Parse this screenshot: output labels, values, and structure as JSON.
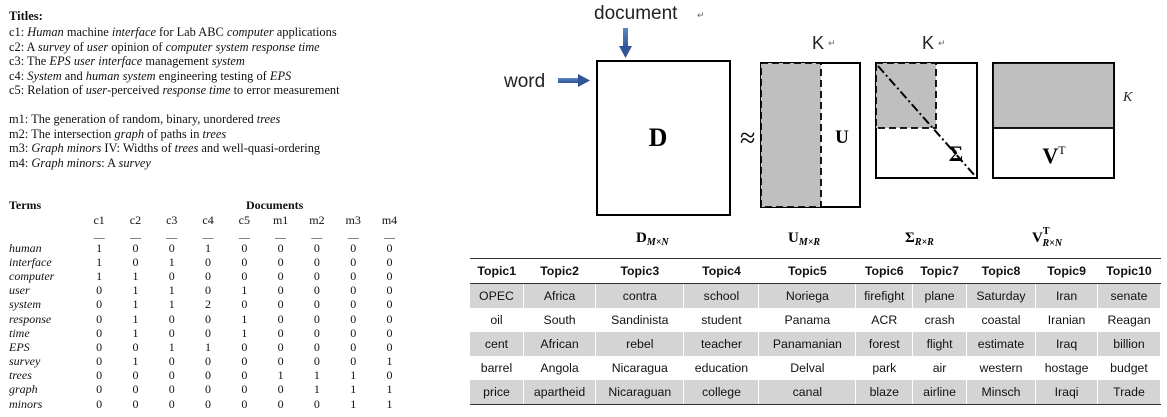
{
  "left": {
    "titles_heading": "Titles:",
    "titles": [
      {
        "id": "c1:",
        "parts": [
          {
            "t": " ",
            "i": false
          },
          {
            "t": "Human",
            "i": true
          },
          {
            "t": " machine ",
            "i": false
          },
          {
            "t": "interface",
            "i": true
          },
          {
            "t": " for Lab ABC ",
            "i": false
          },
          {
            "t": "computer",
            "i": true
          },
          {
            "t": " applications",
            "i": false
          }
        ]
      },
      {
        "id": "c2:",
        "parts": [
          {
            "t": " A ",
            "i": false
          },
          {
            "t": "survey",
            "i": true
          },
          {
            "t": " of ",
            "i": false
          },
          {
            "t": "user",
            "i": true
          },
          {
            "t": " opinion of ",
            "i": false
          },
          {
            "t": "computer system response time",
            "i": true
          }
        ]
      },
      {
        "id": "c3:",
        "parts": [
          {
            "t": " The ",
            "i": false
          },
          {
            "t": "EPS user interface",
            "i": true
          },
          {
            "t": " management ",
            "i": false
          },
          {
            "t": "system",
            "i": true
          }
        ]
      },
      {
        "id": "c4:",
        "parts": [
          {
            "t": " ",
            "i": false
          },
          {
            "t": "System",
            "i": true
          },
          {
            "t": " and ",
            "i": false
          },
          {
            "t": "human system",
            "i": true
          },
          {
            "t": " engineering testing of ",
            "i": false
          },
          {
            "t": "EPS",
            "i": true
          }
        ]
      },
      {
        "id": "c5:",
        "parts": [
          {
            "t": " Relation of ",
            "i": false
          },
          {
            "t": "user",
            "i": true
          },
          {
            "t": "-perceived ",
            "i": false
          },
          {
            "t": "response time",
            "i": true
          },
          {
            "t": " to error measurement",
            "i": false
          }
        ]
      }
    ],
    "titles_m": [
      {
        "id": "m1:",
        "parts": [
          {
            "t": " The generation of random, binary, unordered ",
            "i": false
          },
          {
            "t": "trees",
            "i": true
          }
        ]
      },
      {
        "id": "m2:",
        "parts": [
          {
            "t": " The intersection ",
            "i": false
          },
          {
            "t": "graph",
            "i": true
          },
          {
            "t": " of paths in ",
            "i": false
          },
          {
            "t": "trees",
            "i": true
          }
        ]
      },
      {
        "id": "m3:",
        "parts": [
          {
            "t": " ",
            "i": false
          },
          {
            "t": "Graph minors",
            "i": true
          },
          {
            "t": " IV: Widths of ",
            "i": false
          },
          {
            "t": "trees",
            "i": true
          },
          {
            "t": " and well-quasi-ordering",
            "i": false
          }
        ]
      },
      {
        "id": "m4:",
        "parts": [
          {
            "t": " ",
            "i": false
          },
          {
            "t": "Graph minors",
            "i": true
          },
          {
            "t": ": A ",
            "i": false
          },
          {
            "t": "survey",
            "i": true
          }
        ]
      }
    ],
    "terms_heading": "Terms",
    "documents_heading": "Documents",
    "doc_columns": [
      "c1",
      "c2",
      "c3",
      "c4",
      "c5",
      "m1",
      "m2",
      "m3",
      "m4"
    ],
    "dash": "__",
    "rows": [
      {
        "term": "human",
        "values": [
          "1",
          "0",
          "0",
          "1",
          "0",
          "0",
          "0",
          "0",
          "0"
        ]
      },
      {
        "term": "interface",
        "values": [
          "1",
          "0",
          "1",
          "0",
          "0",
          "0",
          "0",
          "0",
          "0"
        ]
      },
      {
        "term": "computer",
        "values": [
          "1",
          "1",
          "0",
          "0",
          "0",
          "0",
          "0",
          "0",
          "0"
        ]
      },
      {
        "term": "user",
        "values": [
          "0",
          "1",
          "1",
          "0",
          "1",
          "0",
          "0",
          "0",
          "0"
        ]
      },
      {
        "term": "system",
        "values": [
          "0",
          "1",
          "1",
          "2",
          "0",
          "0",
          "0",
          "0",
          "0"
        ]
      },
      {
        "term": "response",
        "values": [
          "0",
          "1",
          "0",
          "0",
          "1",
          "0",
          "0",
          "0",
          "0"
        ]
      },
      {
        "term": "time",
        "values": [
          "0",
          "1",
          "0",
          "0",
          "1",
          "0",
          "0",
          "0",
          "0"
        ]
      },
      {
        "term": "EPS",
        "values": [
          "0",
          "0",
          "1",
          "1",
          "0",
          "0",
          "0",
          "0",
          "0"
        ]
      },
      {
        "term": "survey",
        "values": [
          "0",
          "1",
          "0",
          "0",
          "0",
          "0",
          "0",
          "0",
          "1"
        ]
      },
      {
        "term": "trees",
        "values": [
          "0",
          "0",
          "0",
          "0",
          "0",
          "1",
          "1",
          "1",
          "0"
        ]
      },
      {
        "term": "graph",
        "values": [
          "0",
          "0",
          "0",
          "0",
          "0",
          "0",
          "1",
          "1",
          "1"
        ]
      },
      {
        "term": "minors",
        "values": [
          "0",
          "0",
          "0",
          "0",
          "0",
          "0",
          "0",
          "1",
          "1"
        ]
      }
    ]
  },
  "diagram": {
    "document_label": "document",
    "word_label": "word",
    "k_label_1": "K",
    "k_label_2": "K",
    "k_label_right": "K",
    "return_mark": "↵",
    "d_label": "D",
    "approx": "≈",
    "u_label": "U",
    "sigma_label": "Σ",
    "vt_label": "V",
    "vt_sup": "T",
    "caption_d": "D",
    "caption_d_sub": "M×N",
    "caption_u": "U",
    "caption_u_sub": "M×R",
    "caption_s": "Σ",
    "caption_s_sub": "R×R",
    "caption_v": "V",
    "caption_v_sup": "T",
    "caption_v_sub": "R×N",
    "shade_color": "#bfbfbf"
  },
  "topics": {
    "headers": [
      "Topic1",
      "Topic2",
      "Topic3",
      "Topic4",
      "Topic5",
      "Topic6",
      "Topic7",
      "Topic8",
      "Topic9",
      "Topic10"
    ],
    "rows": [
      [
        "OPEC",
        "Africa",
        "contra",
        "school",
        "Noriega",
        "firefight",
        "plane",
        "Saturday",
        "Iran",
        "senate"
      ],
      [
        "oil",
        "South",
        "Sandinista",
        "student",
        "Panama",
        "ACR",
        "crash",
        "coastal",
        "Iranian",
        "Reagan"
      ],
      [
        "cent",
        "African",
        "rebel",
        "teacher",
        "Panamanian",
        "forest",
        "flight",
        "estimate",
        "Iraq",
        "billion"
      ],
      [
        "barrel",
        "Angola",
        "Nicaragua",
        "education",
        "Delval",
        "park",
        "air",
        "western",
        "hostage",
        "budget"
      ],
      [
        "price",
        "apartheid",
        "Nicaraguan",
        "college",
        "canal",
        "blaze",
        "airline",
        "Minsch",
        "Iraqi",
        "Trade"
      ]
    ]
  }
}
